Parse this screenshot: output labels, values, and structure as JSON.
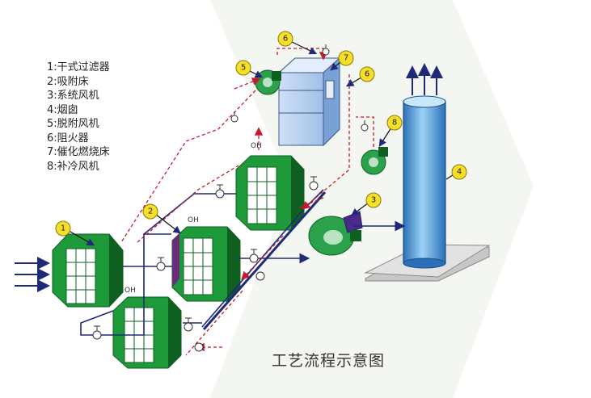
{
  "legend": [
    "1:干式过滤器",
    "2:吸附床",
    "3:系统风机",
    "4:烟囱",
    "5:脱附风机",
    "6:阻火器",
    "7:催化燃烧床",
    "8:补冷风机"
  ],
  "badges": [
    "1",
    "2",
    "3",
    "4",
    "5",
    "6",
    "6",
    "7",
    "8"
  ],
  "oh_labels": [
    "OH",
    "OH",
    "OH"
  ],
  "caption": "工艺流程示意图",
  "colors": {
    "bed_green": "#1f9a3a",
    "bed_dark": "#0e5f20",
    "catalytic_blue": "#a9c9ef",
    "stack_blue": "#3f8fd6",
    "fan_green": "#2aa14a",
    "pipe_navy": "#1e2a78",
    "desorption_red": "#c8182c",
    "badge_yellow": "#f5df2a"
  }
}
